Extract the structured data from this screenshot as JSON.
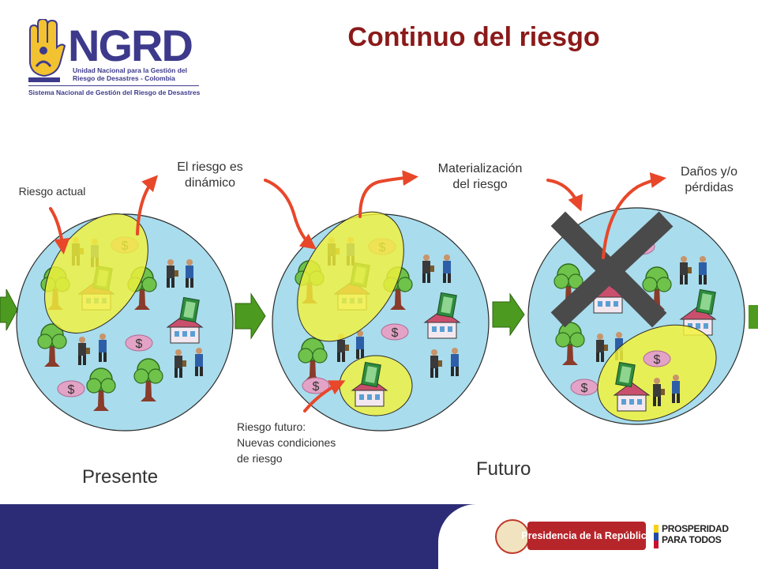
{
  "title": "Continuo del riesgo",
  "logo": {
    "letters": "NGRD",
    "subtitle_line1": "Unidad Nacional para la Gestión del",
    "subtitle_line2": "Riesgo de Desastres - Colombia",
    "system_name": "Sistema Nacional de Gestión del Riesgo de Desastres"
  },
  "annotations": {
    "riesgo_actual": "Riesgo actual",
    "riesgo_dinamico": [
      "El riesgo es",
      "dinámico"
    ],
    "materializacion": [
      "Materialización",
      "del riesgo"
    ],
    "danos": [
      "Daños y/o",
      "pérdidas"
    ],
    "riesgo_futuro": [
      "Riesgo futuro:",
      "Nuevas condiciones",
      "de riesgo"
    ]
  },
  "stages": {
    "presente": "Presente",
    "futuro": "Futuro"
  },
  "footer": {
    "presidencia": "Presidencia de la República",
    "prosperidad_line1": "PROSPERIDAD",
    "prosperidad_line2": "PARA TODOS"
  },
  "colors": {
    "circle_fill": "#a9dcec",
    "risk_highlight": "#f2f23c",
    "arrow_red": "#e8472a",
    "flow_arrow": "#4c9a1f",
    "title": "#8b1a1a",
    "footer_band": "#2c2c76"
  },
  "icons": {
    "dollar": "$",
    "cross": "x-mark-icon"
  }
}
